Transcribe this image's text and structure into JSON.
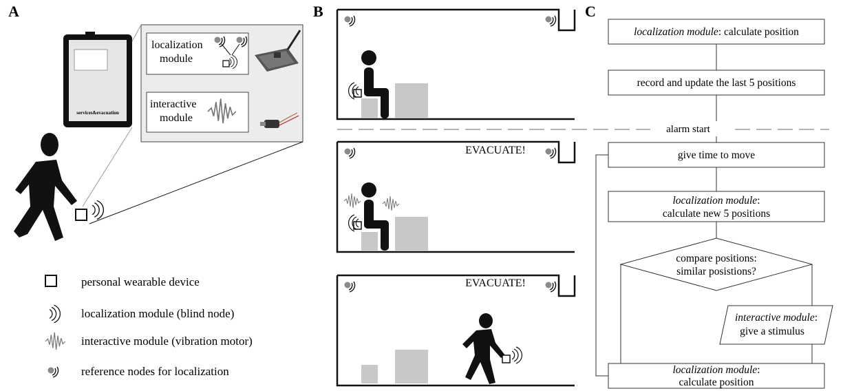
{
  "panels": {
    "a": "A",
    "b": "B",
    "c": "C"
  },
  "device": {
    "screen_text": "services&evacuation"
  },
  "modules": {
    "localization": [
      "localization",
      "module"
    ],
    "interactive": [
      "interactive",
      "module"
    ]
  },
  "legend": [
    {
      "icon": "square-icon",
      "text": "personal wearable device"
    },
    {
      "icon": "blind-node-icon",
      "text": "localization module (blind node)"
    },
    {
      "icon": "vibration-icon",
      "text": "interactive module (vibration motor)"
    },
    {
      "icon": "reference-node-icon",
      "text": "reference nodes for localization"
    }
  ],
  "scenes": {
    "evacuate_1": "EVACUATE!",
    "evacuate_2": "EVACUATE!"
  },
  "flowchart": {
    "step1": {
      "italic": "localization module",
      "rest": ": calculate position"
    },
    "step2": "record and update the last 5 positions",
    "alarm": "alarm start",
    "step3": "give time to move",
    "step4": {
      "italic": "localization module",
      "rest": ":",
      "line2": "calculate new 5 positions"
    },
    "decision": {
      "line1": "compare positions:",
      "line2": "similar posistions?"
    },
    "stimulus": {
      "italic": "interactive module",
      "rest": ":",
      "line2": "give a stimulus"
    },
    "step5": {
      "italic": "localization module",
      "rest": ":",
      "line2": "calculate position"
    }
  },
  "colors": {
    "box_fill": "#c8c8c8",
    "reference_node": "#8a8a8a",
    "line": "#111111",
    "inset_bg": "#ececec"
  }
}
